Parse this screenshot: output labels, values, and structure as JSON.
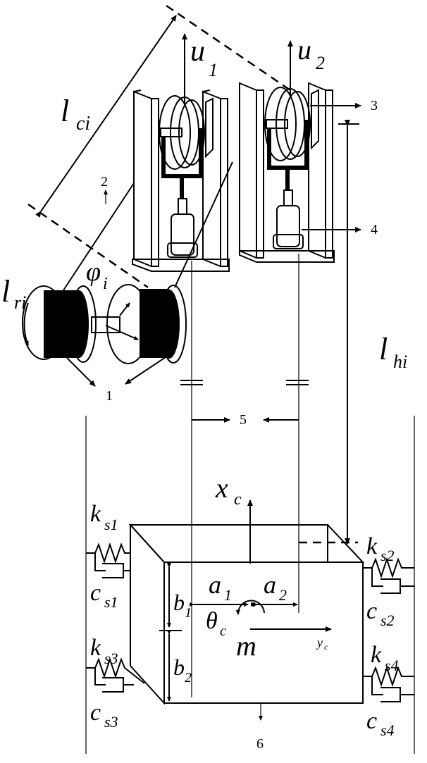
{
  "labels": {
    "l_c": "l",
    "l_c_sub": "ci",
    "l_r": "l",
    "l_r_sub": "ri",
    "l_h": "l",
    "l_h_sub": "hi",
    "u1": "u",
    "u1_sub": "1",
    "u2": "u",
    "u2_sub": "2",
    "phi": "φ",
    "phi_sub": "i",
    "xc": "x",
    "xc_sub": "c",
    "yc": "y",
    "yc_sub": "c",
    "theta": "θ",
    "theta_sub": "c",
    "m": "m",
    "a1": "a",
    "a1_sub": "1",
    "a2": "a",
    "a2_sub": "2",
    "b1": "b",
    "b1_sub": "1",
    "b2": "b",
    "b2_sub": "2",
    "ks1": "k",
    "ks1_sub": "s1",
    "ks2": "k",
    "ks2_sub": "s2",
    "ks3": "k",
    "ks3_sub": "s3",
    "ks4": "k",
    "ks4_sub": "s4",
    "cs1": "c",
    "cs1_sub": "s1",
    "cs2": "c",
    "cs2_sub": "s2",
    "cs3": "c",
    "cs3_sub": "s3",
    "cs4": "c",
    "cs4_sub": "s4"
  },
  "callouts": {
    "n1": "1",
    "n2": "2",
    "n3": "3",
    "n4": "4",
    "n5": "5",
    "n6": "6"
  }
}
